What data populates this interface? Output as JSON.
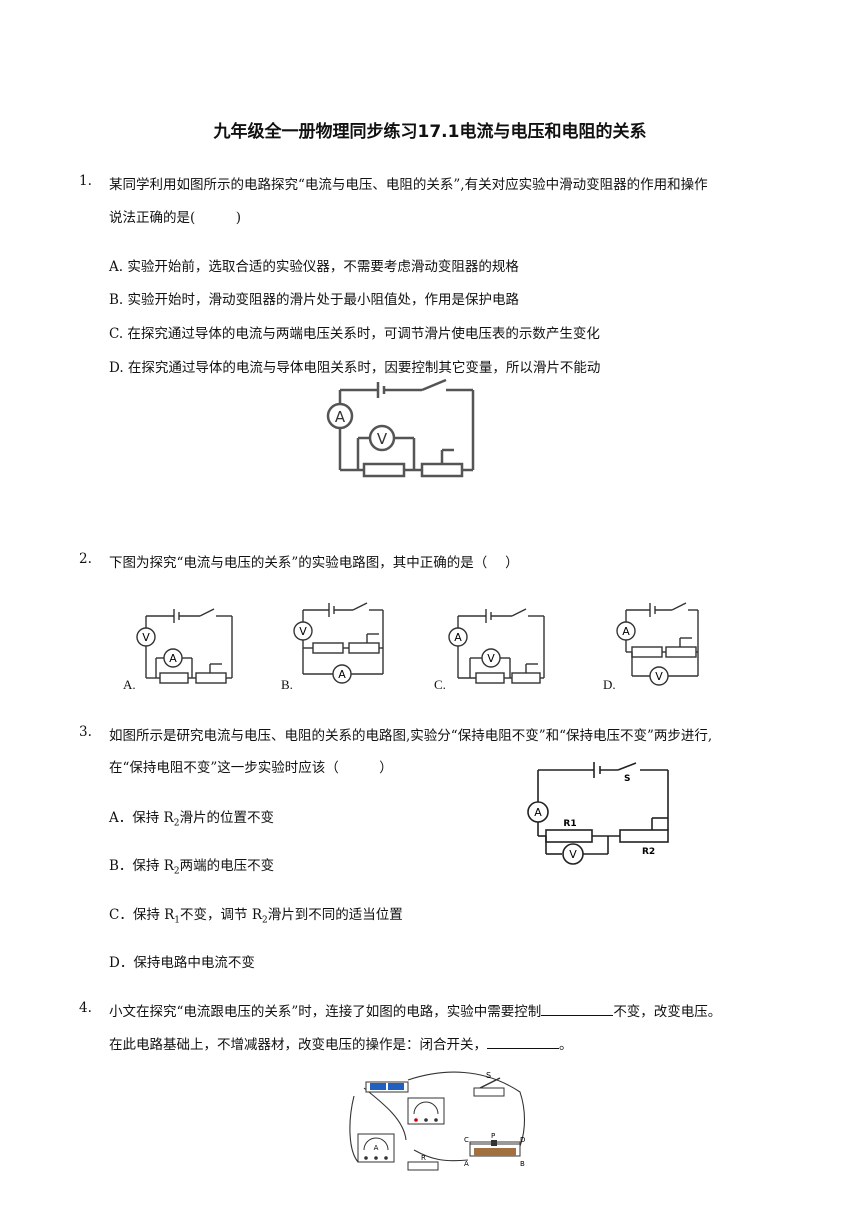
{
  "title": "九年级全一册物理同步练习17.1电流与电压和电阻的关系",
  "q1": {
    "num": "1.",
    "line1": "某同学利用如图所示的电路探究“电流与电压、电阻的关系”,有关对应实验中滑动变阻器的作用和操作",
    "line2": "说法正确的是(　　　)",
    "options": [
      "A. 实验开始前，选取合适的实验仪器，不需要考虑滑动变阻器的规格",
      "B. 实验开始时，滑动变阻器的滑片处于最小阻值处，作用是保护电路",
      "C. 在探究通过导体的电流与两端电压关系时，可调节滑片使电压表的示数产生变化",
      "D. 在探究通过导体的电流与导体电阻关系时，因要控制其它变量，所以滑片不能动"
    ]
  },
  "q2": {
    "num": "2.",
    "line1": "下图为探究“电流与电压的关系”的实验电路图，其中正确的是（　 ）",
    "labels": [
      "A.",
      "B.",
      "C.",
      "D."
    ]
  },
  "q3": {
    "num": "3.",
    "line1": "如图所示是研究电流与电压、电阻的关系的电路图,实验分“保持电阻不变”和“保持电压不变”两步进行,",
    "line2": "在“保持电阻不变”这一步实验时应该（　　　）",
    "optA_pre": "A．保持 R",
    "optA_sub": "2",
    "optA_post": "滑片的位置不变",
    "optB_pre": "B．保持 R",
    "optB_sub": "2",
    "optB_post": "两端的电压不变",
    "optC_pre": "C．保持 R",
    "optC_sub1": "1",
    "optC_mid": "不变，调节 R",
    "optC_sub2": "2",
    "optC_post": "滑片到不同的适当位置",
    "optD": "D．保持电路中电流不变",
    "fig": {
      "s": "S",
      "r1": "R1",
      "r2": "R2",
      "a": "A",
      "v": "V"
    }
  },
  "q4": {
    "num": "4.",
    "line1_pre": "小文在探究“电流跟电压的关系”时，连接了如图的电路，实验中需要控制",
    "line1_post": "不变，改变电压。",
    "line2_pre": "在此电路基础上，不增减器材，改变电压的操作是：闭合开关，",
    "line2_post": "。",
    "fig": {
      "s": "S",
      "c": "C",
      "p": "P",
      "d": "D",
      "a": "A",
      "b": "B",
      "r": "R"
    }
  },
  "meter": {
    "a": "A",
    "v": "V"
  }
}
